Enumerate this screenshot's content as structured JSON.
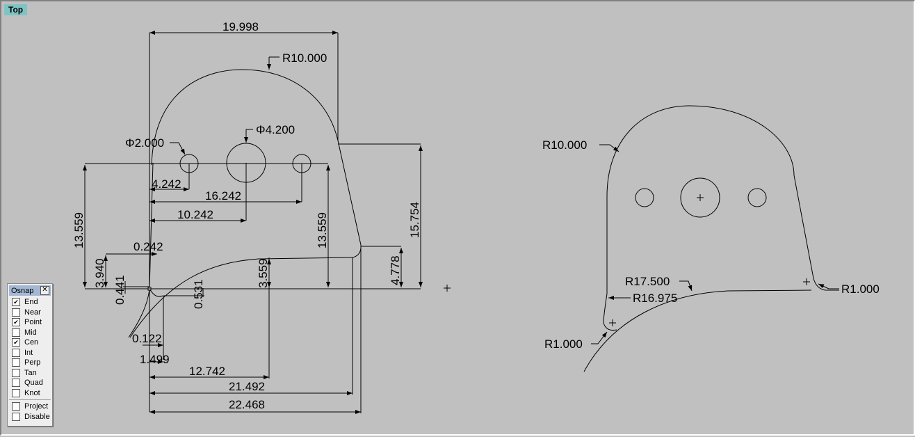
{
  "viewport": {
    "title": "Top"
  },
  "left_drawing": {
    "dims": {
      "top_width": "19.998",
      "top_radius": "R10.000",
      "small_hole_dia": "Φ2.000",
      "big_hole_dia": "Φ4.200",
      "hole1_offset": "4.242",
      "hole3_offset": "16.242",
      "hole2_offset": "10.242",
      "left_height": "13.559",
      "right_height": "13.559",
      "total_right_height": "15.754",
      "offset_0242": "0.242",
      "height_3940": "3.940",
      "height_0441": "0.441",
      "height_0531": "0.531",
      "height_3559": "3.559",
      "height_4778": "4.778",
      "offset_0122": "0.122",
      "width_1499": "1.499",
      "width_12742": "12.742",
      "width_21492": "21.492",
      "width_22468": "22.468"
    }
  },
  "right_drawing": {
    "labels": {
      "top_radius": "R10.000",
      "outer_curve": "R17.500",
      "inner_curve": "R16.975",
      "right_fillet": "R1.000",
      "left_fillet": "R1.000"
    }
  },
  "osnap": {
    "title": "Osnap",
    "options": [
      {
        "label": "End",
        "checked": true
      },
      {
        "label": "Near",
        "checked": false
      },
      {
        "label": "Point",
        "checked": true
      },
      {
        "label": "Mid",
        "checked": false
      },
      {
        "label": "Cen",
        "checked": true
      },
      {
        "label": "Int",
        "checked": false
      },
      {
        "label": "Perp",
        "checked": false
      },
      {
        "label": "Tan",
        "checked": false
      },
      {
        "label": "Quad",
        "checked": false
      },
      {
        "label": "Knot",
        "checked": false
      }
    ],
    "extra": [
      {
        "label": "Project",
        "checked": false
      },
      {
        "label": "Disable",
        "checked": false
      }
    ]
  }
}
